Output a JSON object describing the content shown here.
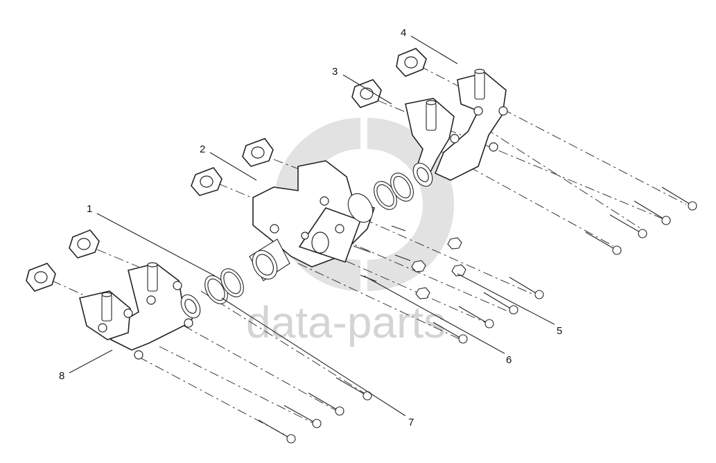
{
  "watermark": {
    "text": "data-parts"
  },
  "callouts": [
    {
      "id": "1",
      "label": "1"
    },
    {
      "id": "2",
      "label": "2"
    },
    {
      "id": "3",
      "label": "3"
    },
    {
      "id": "4",
      "label": "4"
    },
    {
      "id": "5",
      "label": "5"
    },
    {
      "id": "6",
      "label": "6"
    },
    {
      "id": "7",
      "label": "7"
    },
    {
      "id": "8",
      "label": "8"
    }
  ],
  "colors": {
    "line": "#222222",
    "watermark": "#d4d4d4",
    "background": "#ffffff"
  }
}
